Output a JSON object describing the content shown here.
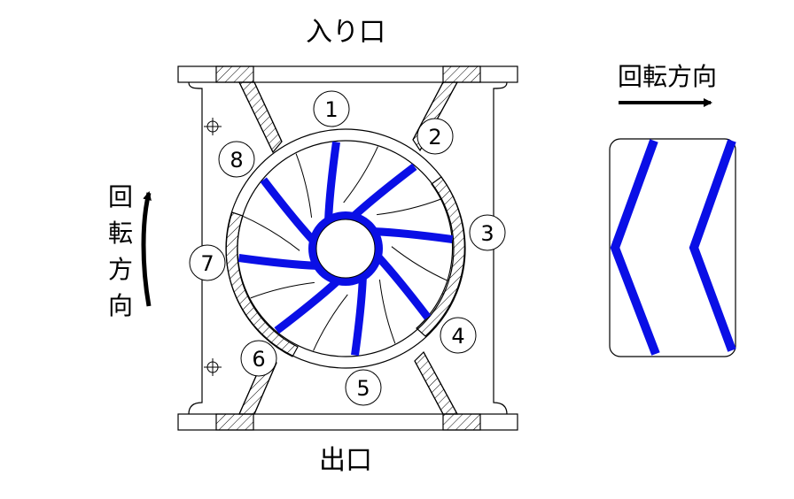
{
  "labels": {
    "inlet": "入り口",
    "outlet": "出口",
    "rotation_right": "回転方向",
    "rotation_left_chars": [
      "回",
      "転",
      "方",
      "向"
    ]
  },
  "chambers": [
    "1",
    "2",
    "3",
    "4",
    "5",
    "6",
    "7",
    "8"
  ],
  "colors": {
    "vane": "#0a0fe6",
    "line": "#000000",
    "background": "#ffffff"
  }
}
